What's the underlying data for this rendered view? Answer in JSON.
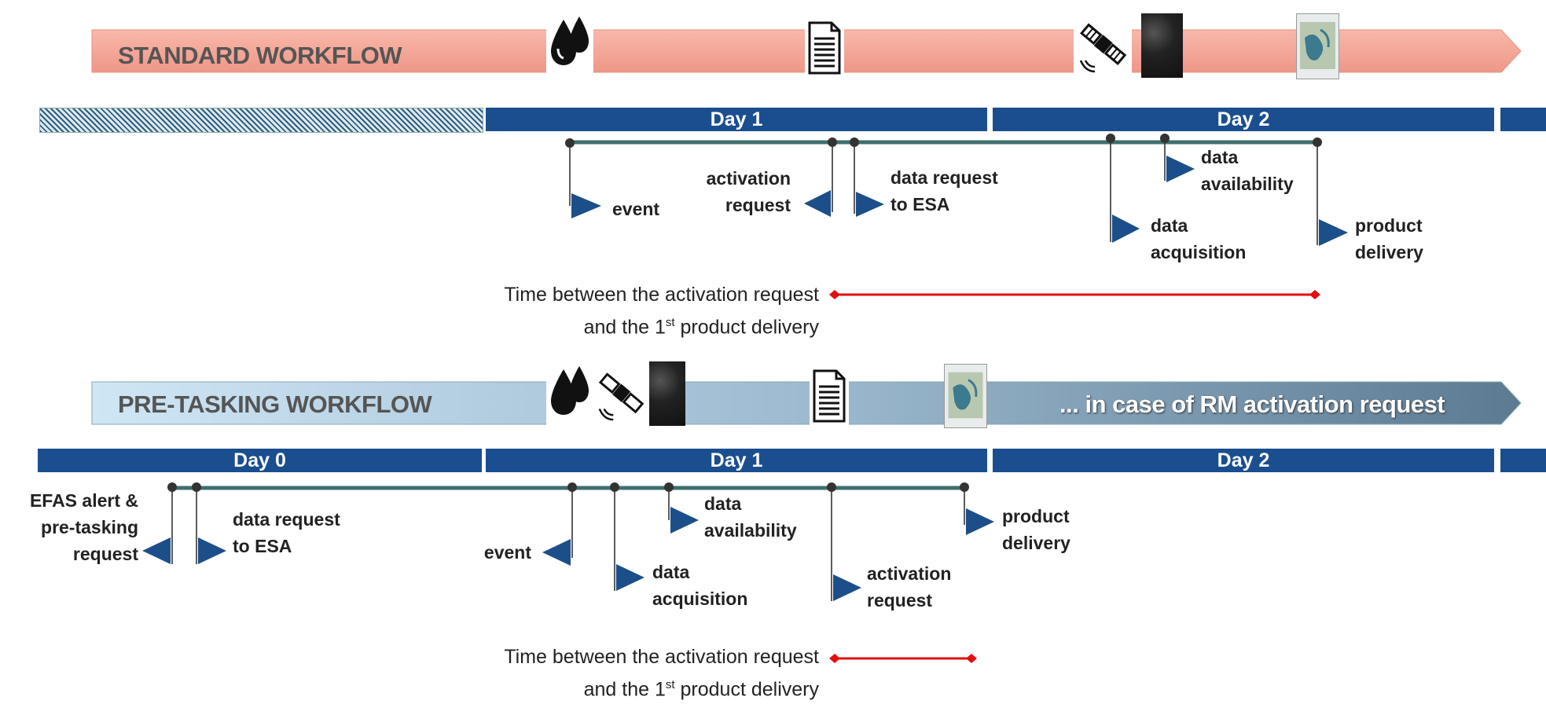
{
  "standard": {
    "title": "STANDARD WORKFLOW",
    "days": [
      "Day 1",
      "Day 2"
    ],
    "milestones": {
      "event": "event",
      "activation_request": [
        "activation",
        "request"
      ],
      "data_request": [
        "data request",
        "to ESA"
      ],
      "data_acquisition": [
        "data",
        "acquisition"
      ],
      "data_availability": [
        "data",
        "availability"
      ],
      "product_delivery": [
        "product",
        "delivery"
      ]
    },
    "time_note": {
      "line1": "Time between the activation request",
      "line2_pre": "and the 1",
      "line2_sup": "st",
      "line2_post": " product delivery"
    }
  },
  "pretasking": {
    "title": "PRE-TASKING WORKFLOW",
    "suffix": "... in case of RM activation request",
    "days": [
      "Day 0",
      "Day 1",
      "Day 2"
    ],
    "milestones": {
      "efas": [
        "EFAS alert &",
        "pre-tasking",
        "request"
      ],
      "data_request": [
        "data request",
        "to ESA"
      ],
      "event": "event",
      "data_acquisition": [
        "data",
        "acquisition"
      ],
      "data_availability": [
        "data",
        "availability"
      ],
      "activation_request": [
        "activation",
        "request"
      ],
      "product_delivery": [
        "product",
        "delivery"
      ]
    },
    "time_note": {
      "line1": "Time between the activation request",
      "line2_pre": "and the 1",
      "line2_sup": "st",
      "line2_post": " product delivery"
    }
  },
  "colors": {
    "standard_band": "#f4a595",
    "pretasking_band_left": "#c9e2f2",
    "pretasking_band_right": "#5f7f98",
    "day_bar": "#1a4e8f",
    "timeline": "#3f6f6f",
    "flag": "#1c4f8a",
    "red_line": "#e01010"
  },
  "icons": [
    "water-drops-icon",
    "document-icon",
    "satellite-icon",
    "satellite-image-thumbnail",
    "map-product-thumbnail"
  ]
}
